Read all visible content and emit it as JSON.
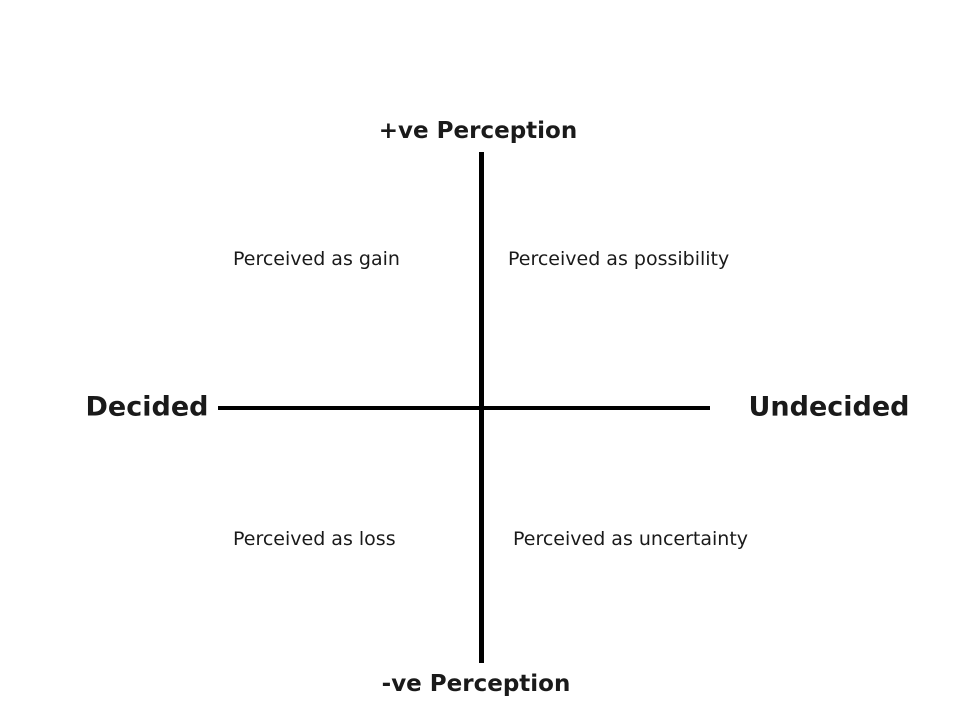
{
  "diagram": {
    "axes": {
      "top": "+ve Perception",
      "bottom": "-ve Perception",
      "left": "Decided",
      "right": "Undecided"
    },
    "quadrants": {
      "top_left": "Perceived as gain",
      "top_right": "Perceived as possibility",
      "bottom_left": "Perceived as loss",
      "bottom_right": "Perceived as uncertainty"
    },
    "colors": {
      "line": "#000000",
      "text": "#1a1a1a",
      "background": "#ffffff"
    }
  }
}
